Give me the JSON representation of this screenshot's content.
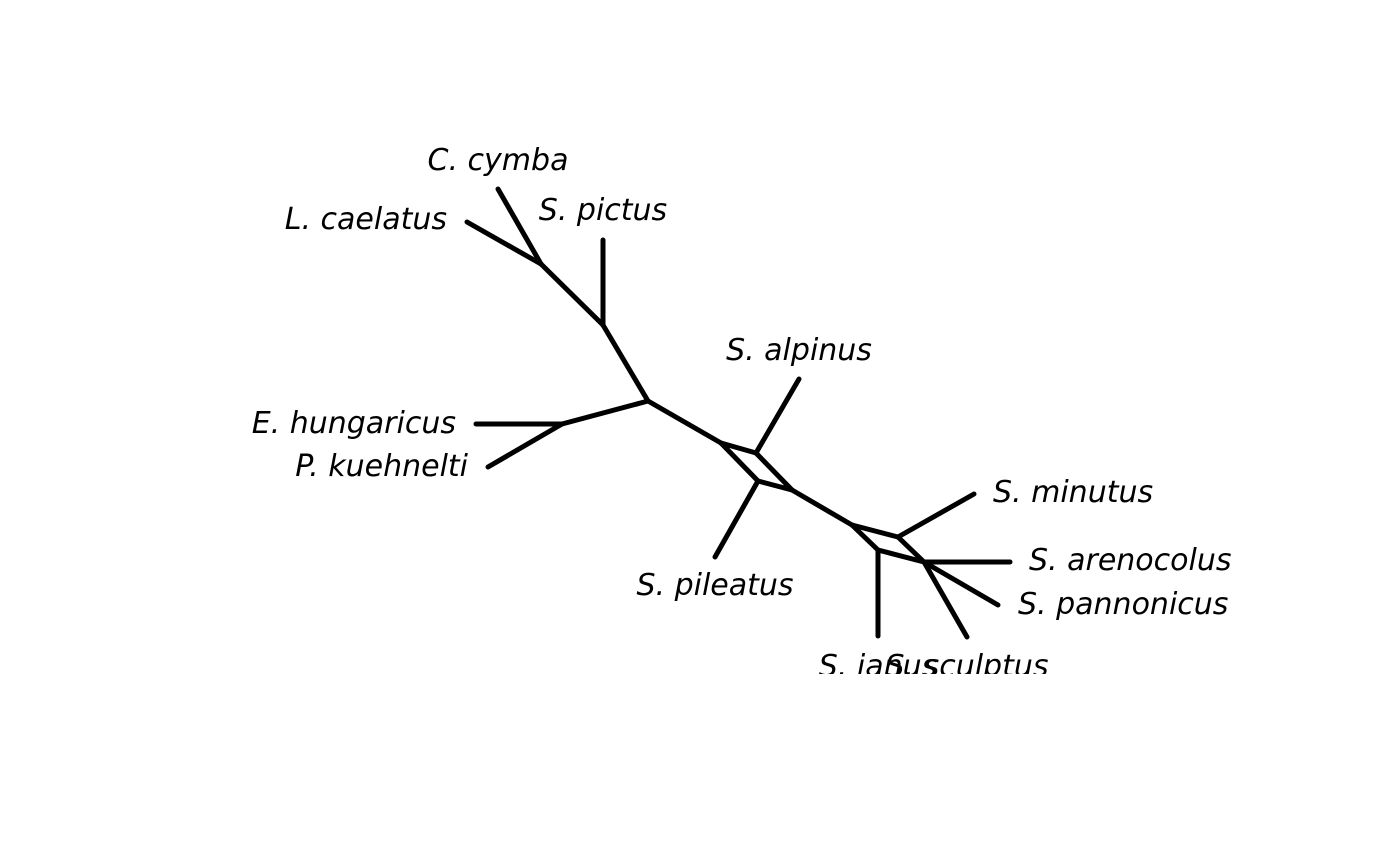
{
  "tree": {
    "type": "unrooted-phylogram",
    "colors": {
      "edge": "#000000",
      "label": "#000000",
      "background": "#ffffff"
    },
    "taxa": [
      {
        "id": "cymba",
        "label": "C. cymba"
      },
      {
        "id": "caelatus",
        "label": "L. caelatus"
      },
      {
        "id": "pictus",
        "label": "S. pictus"
      },
      {
        "id": "hungaricus",
        "label": "E. hungaricus"
      },
      {
        "id": "kuehnelti",
        "label": "P. kuehnelti"
      },
      {
        "id": "alpinus",
        "label": "S. alpinus"
      },
      {
        "id": "pileatus",
        "label": "S. pileatus"
      },
      {
        "id": "minutus",
        "label": "S. minutus"
      },
      {
        "id": "arenocolus",
        "label": "S. arenocolus"
      },
      {
        "id": "pannonicus",
        "label": "S. pannonicus"
      },
      {
        "id": "ianus",
        "label": "S. ianus"
      },
      {
        "id": "sculptus",
        "label": "S. sculptus"
      }
    ]
  }
}
